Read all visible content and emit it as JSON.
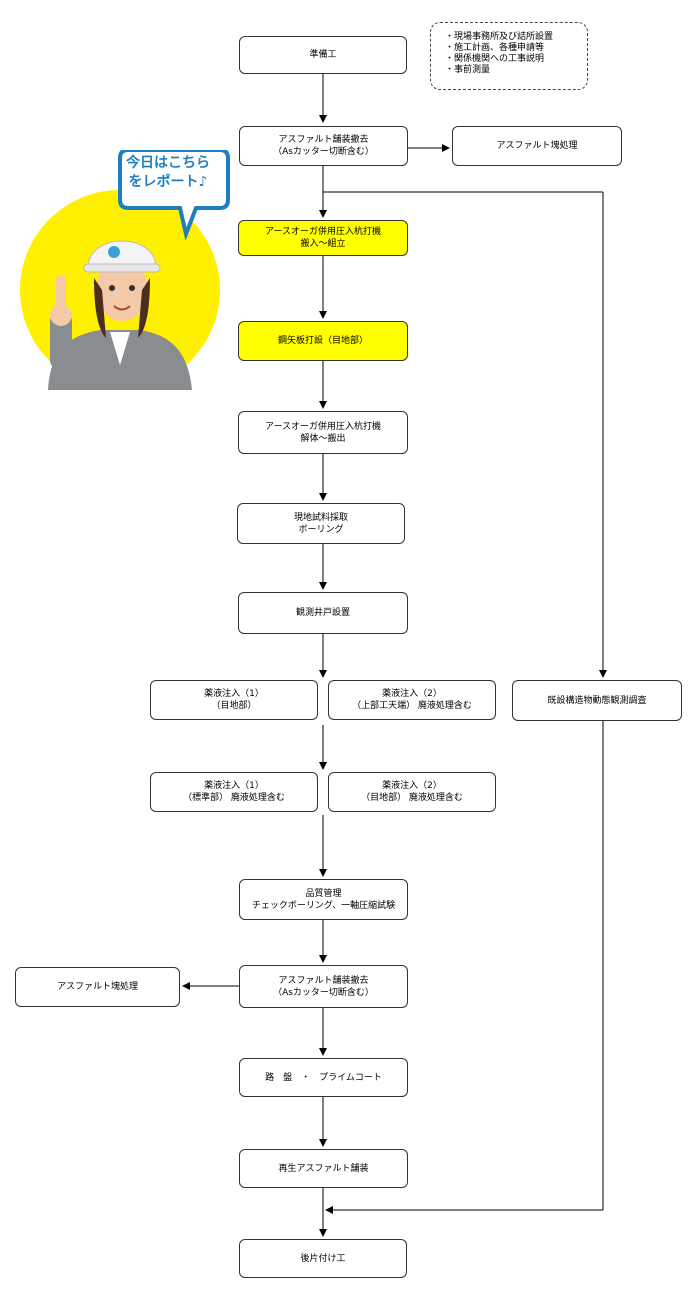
{
  "note": {
    "lines": [
      "・現場事務所及び詰所設置",
      "・施工計画、各種申請等",
      "・関係機関への工事説明",
      "・事前測量"
    ]
  },
  "mascot": {
    "speech_lines": [
      "今日はこちら",
      "をレポート♪"
    ]
  },
  "colors": {
    "highlight": "#ffff00",
    "speech_text": "#1d7fc1",
    "circle": "#fff000"
  },
  "steps": {
    "junbi": [
      "準備工"
    ],
    "asphalt_removal_1": [
      "アスファルト舗装撤去",
      "（Asカッター切断含む）"
    ],
    "asphalt_disposal_1": [
      "アスファルト塊処理"
    ],
    "auger_setup": [
      "アースオーガ併用圧入杭打機",
      "搬入～組立"
    ],
    "sheet_pile": [
      "鋼矢板打設（目地部）"
    ],
    "auger_removal": [
      "アースオーガ併用圧入杭打機",
      "解体～搬出"
    ],
    "sampling": [
      "現地試料採取",
      "ボーリング"
    ],
    "well": [
      "観測井戸設置"
    ],
    "grout_1a": [
      "薬液注入（1）",
      "（目地部）"
    ],
    "grout_2a": [
      "薬液注入（2）",
      "（上部工天端）  廃液処理含む"
    ],
    "monitoring": [
      "既設構造物動態観測調査"
    ],
    "grout_1b": [
      "薬液注入（1）",
      "（標準部）  廃液処理含む"
    ],
    "grout_2b": [
      "薬液注入（2）",
      "（目地部）  廃液処理含む"
    ],
    "quality": [
      "品質管理",
      "チェックボーリング、一軸圧縮試験"
    ],
    "asphalt_removal_2": [
      "アスファルト舗装撤去",
      "（Asカッター切断含む）"
    ],
    "asphalt_disposal_2": [
      "アスファルト塊処理"
    ],
    "roadbed": [
      "路　盤　・　プライムコート"
    ],
    "recycled_paving": [
      "再生アスファルト舗装"
    ],
    "cleanup": [
      "後片付け工"
    ]
  }
}
